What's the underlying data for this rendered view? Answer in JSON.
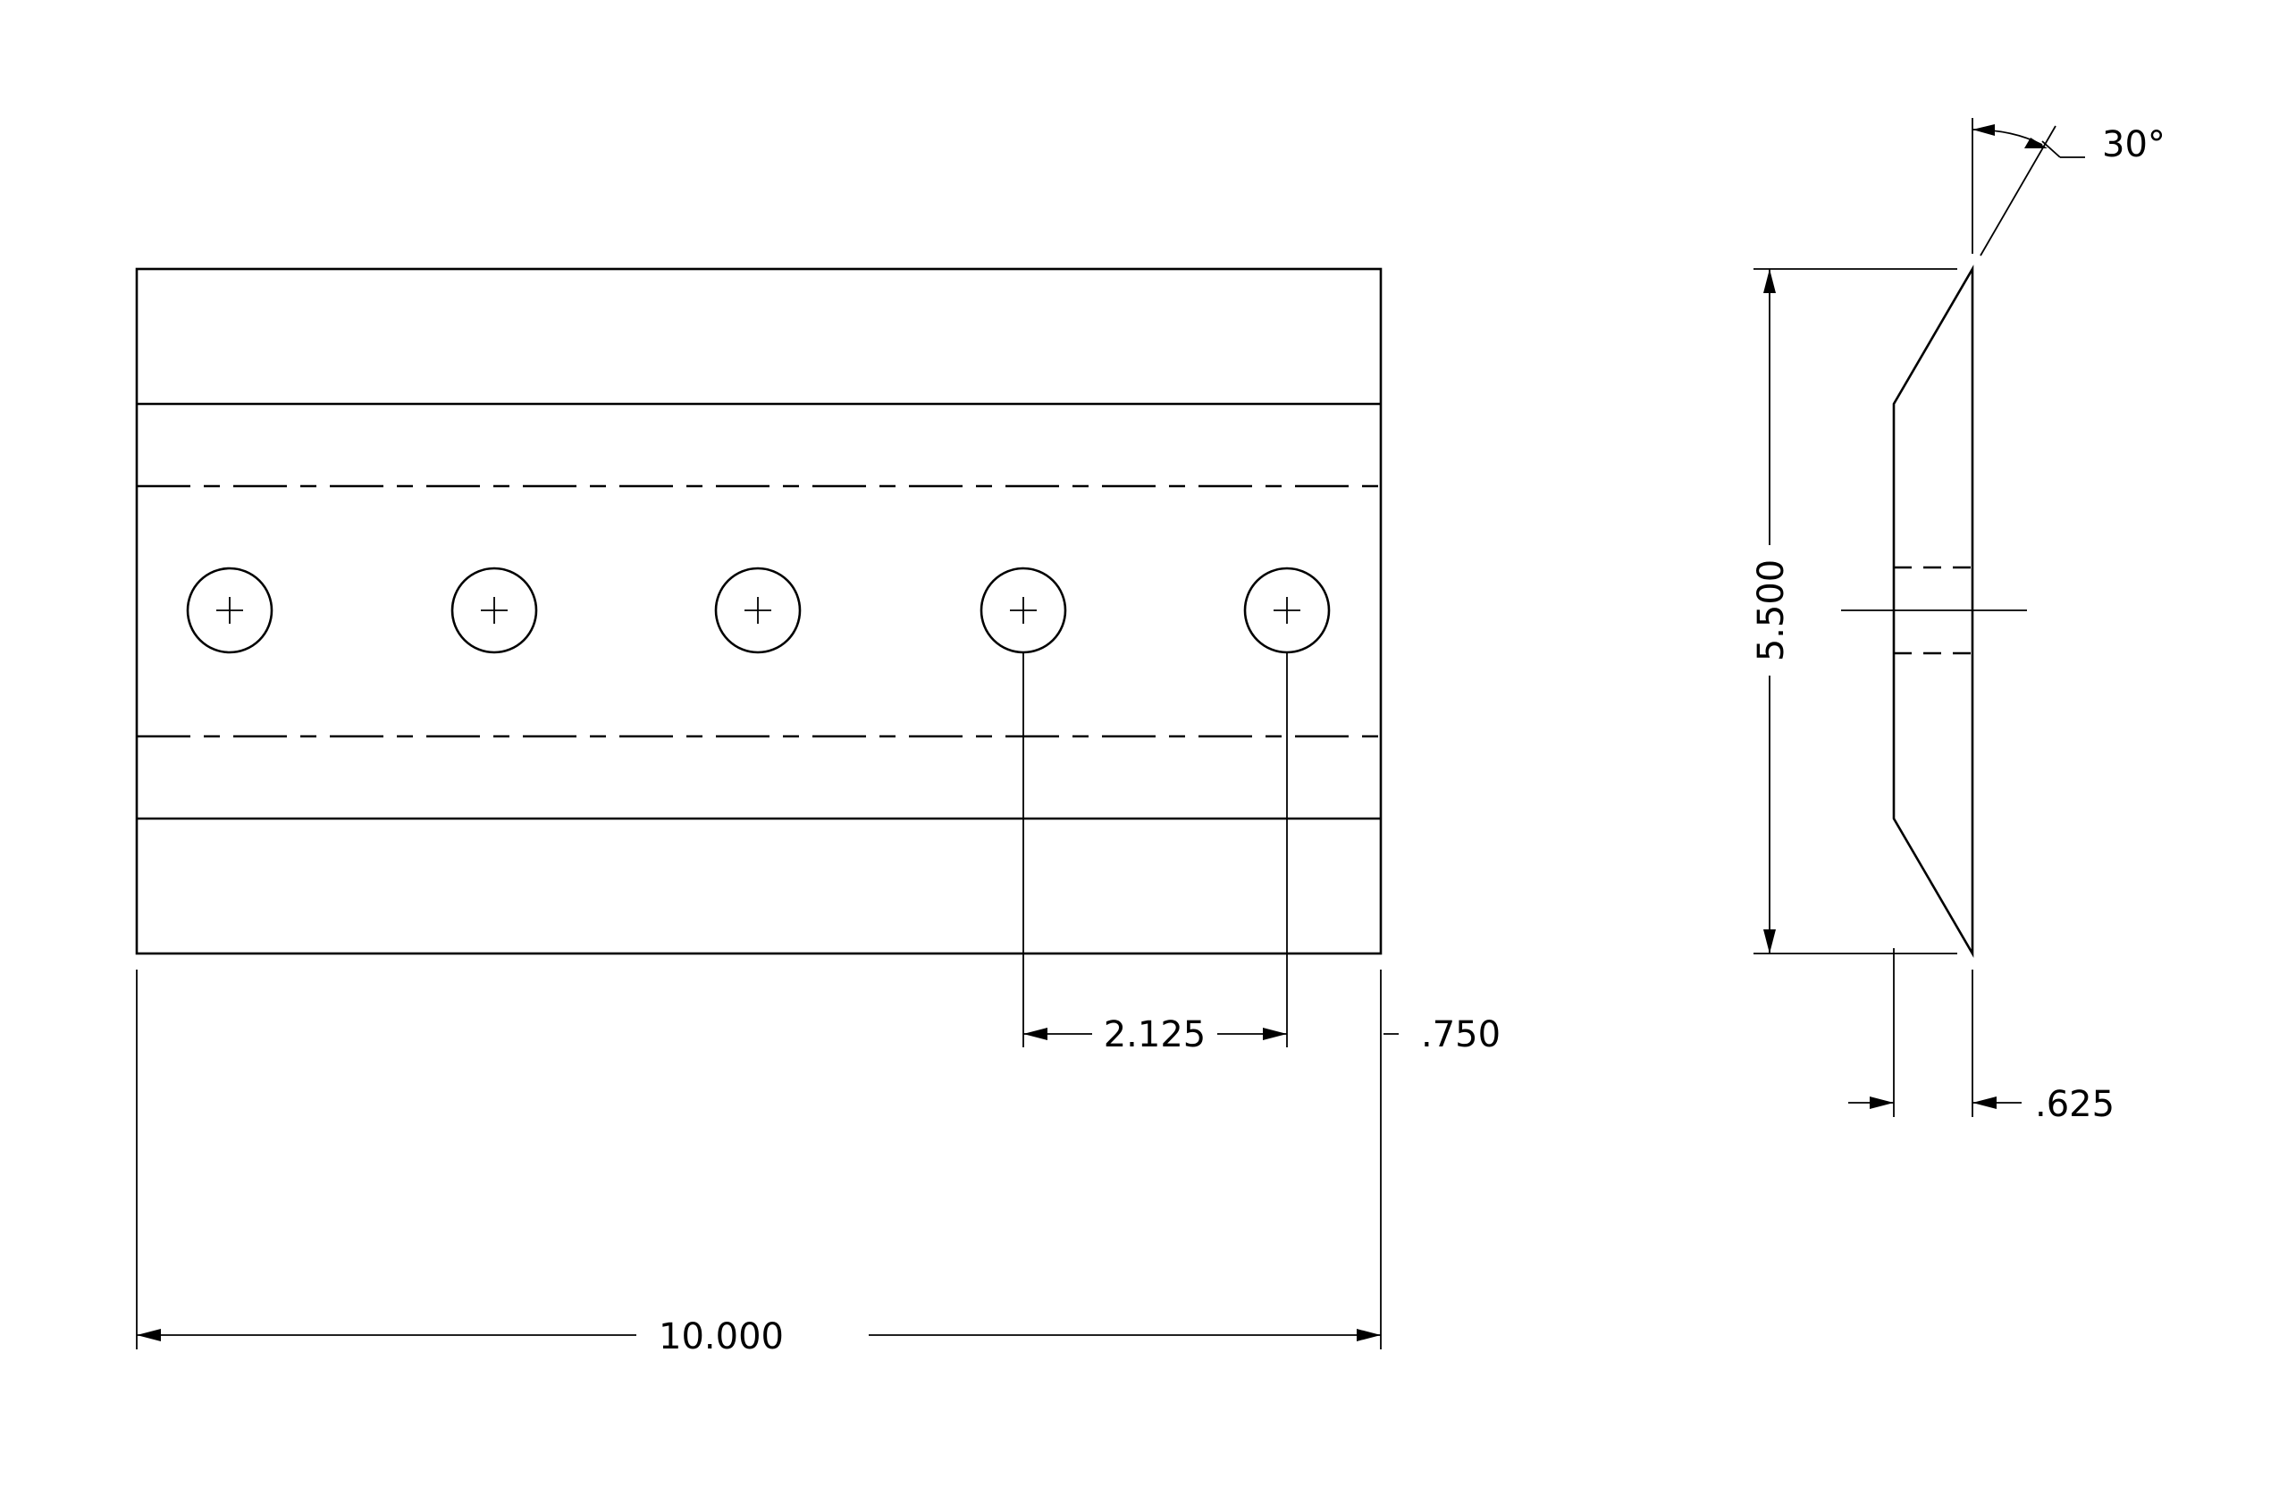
{
  "drawing": {
    "dimensions": {
      "overall_length": "10.000",
      "hole_spacing": "2.125",
      "end_offset": ".750",
      "height": "5.500",
      "thickness": ".625",
      "bevel_angle": "30°"
    },
    "front_view": {
      "hole_count": 5
    }
  }
}
